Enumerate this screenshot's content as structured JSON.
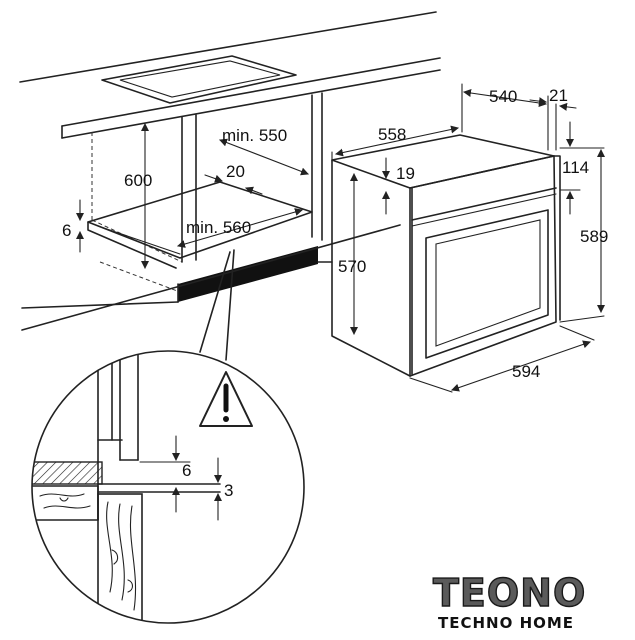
{
  "dimensions": {
    "countertop_height": "600",
    "niche_depth": "min. 550",
    "niche_width": "min. 560",
    "rear_gap": "20",
    "side_offset": "6",
    "oven_depth_total": "540",
    "front_thickness": "21",
    "oven_body_depth": "558",
    "top_step": "19",
    "control_panel_height": "114",
    "body_height": "570",
    "total_height": "589",
    "total_width": "594",
    "detail_gap_top": "6",
    "detail_gap_bottom": "3"
  },
  "warning_symbol": "warning-exclamation-icon",
  "logo": {
    "name": "TEONO",
    "tagline": "TECHNO HOME"
  },
  "colors": {
    "line": "#222222",
    "vent_strip": "#111111",
    "logo_fill": "#5a5a5a"
  }
}
